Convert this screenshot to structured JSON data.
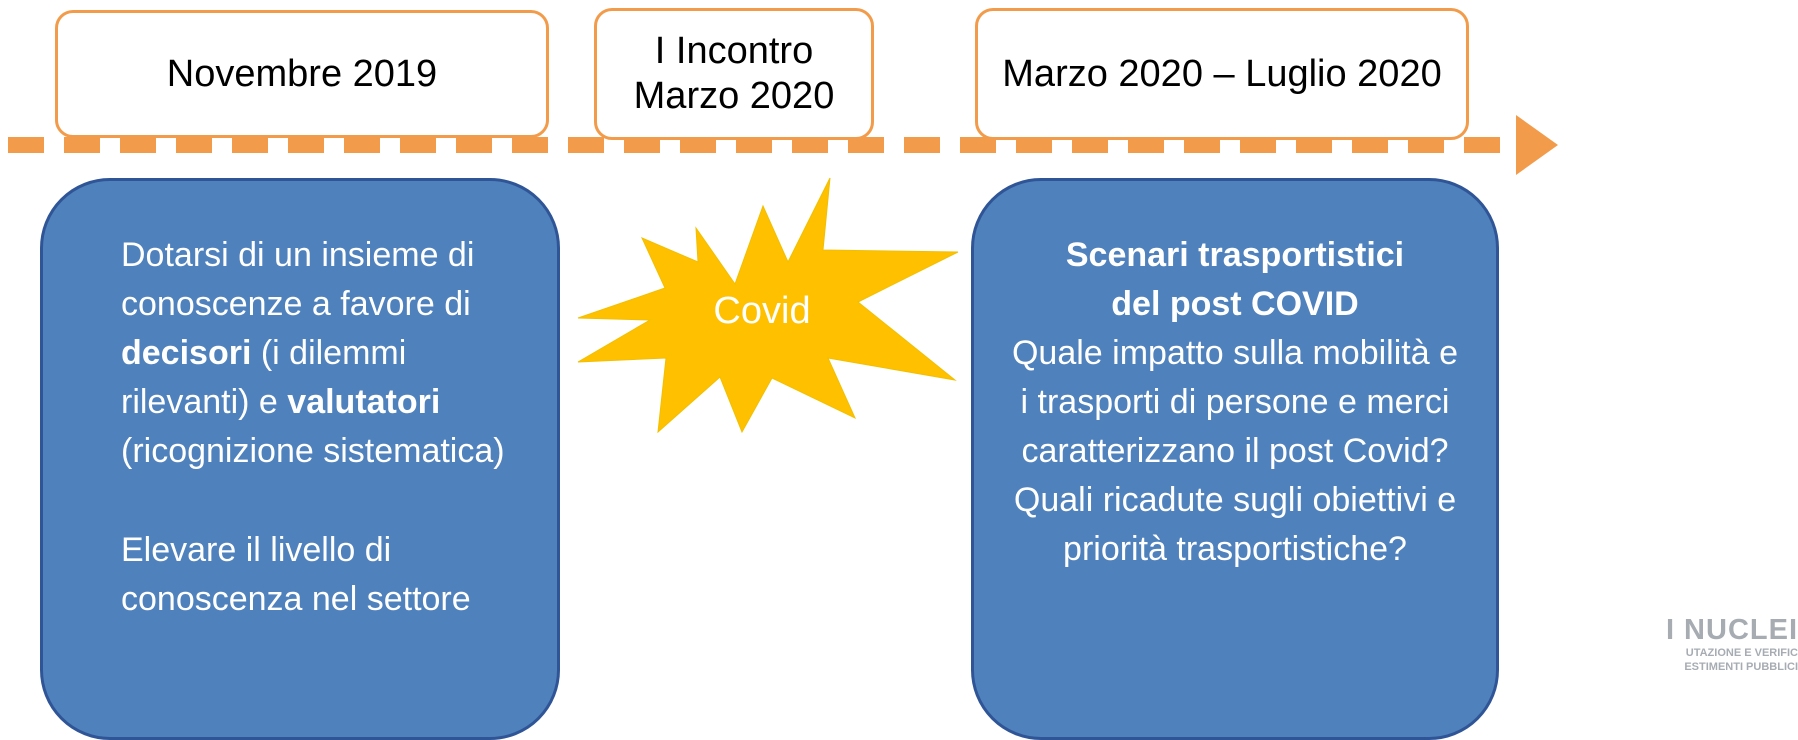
{
  "timeline": {
    "dates": [
      {
        "lines": [
          "Novembre 2019"
        ]
      },
      {
        "lines": [
          "I Incontro",
          "Marzo 2020"
        ]
      },
      {
        "lines": [
          "Marzo 2020 – Luglio 2020"
        ]
      }
    ],
    "colors": {
      "accent": "#f29c4b",
      "box_fill": "#4f81bd",
      "box_border": "#2f5597",
      "burst": "#ffc000"
    }
  },
  "left_box": {
    "para1": {
      "t1": "Dotarsi di un insieme di conoscenze a favore di ",
      "b1": "decisori",
      "t2": " (i dilemmi rilevanti) e ",
      "b2": "valutatori",
      "t3": " (ricognizione sistematica)"
    },
    "para2": "Elevare il livello di conoscenza nel settore"
  },
  "burst": {
    "label": "Covid"
  },
  "right_box": {
    "title_line1": "Scenari trasportistici",
    "title_line2": "del post COVID",
    "body": "Quale impatto sulla mobilità e i trasporti di persone e merci caratterizzano il post Covid? Quali ricadute sugli obiettivi e priorità trasportistiche?"
  },
  "logo": {
    "line1": "I NUCLEI",
    "line2": "UTAZIONE E VERIFIC",
    "line3": "ESTIMENTI PUBBLICI",
    "icon": "nuclei-logo"
  }
}
